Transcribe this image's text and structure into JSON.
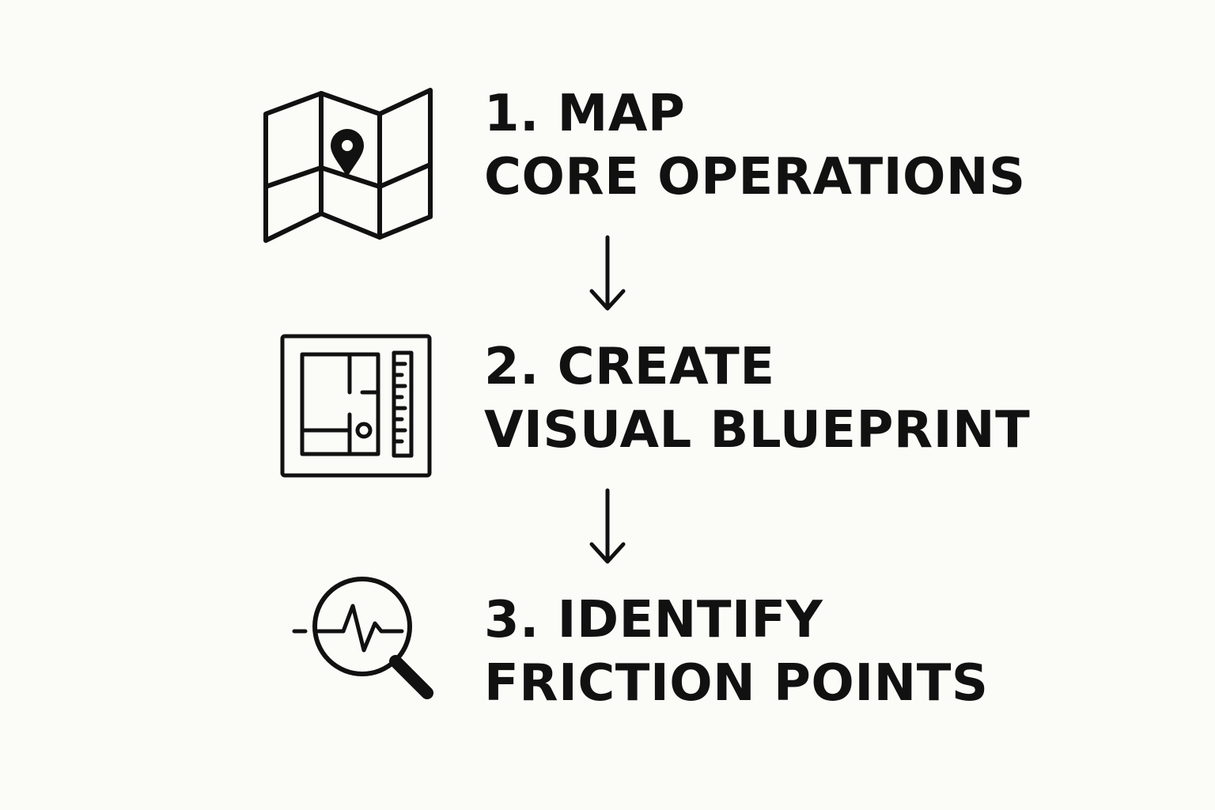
{
  "colors": {
    "background": "#fbfbf8",
    "ink": "#111111"
  },
  "steps": [
    {
      "icon": "folded-map-with-pin-icon",
      "line1": "1. MAP",
      "line2": "CORE OPERATIONS"
    },
    {
      "icon": "blueprint-with-ruler-icon",
      "line1": "2. CREATE",
      "line2": "VISUAL BLUEPRINT"
    },
    {
      "icon": "magnifier-with-pulse-icon",
      "line1": "3. IDENTIFY",
      "line2": "FRICTION POINTS"
    }
  ],
  "connectors": [
    {
      "icon": "down-arrow-icon"
    },
    {
      "icon": "down-arrow-icon"
    }
  ]
}
